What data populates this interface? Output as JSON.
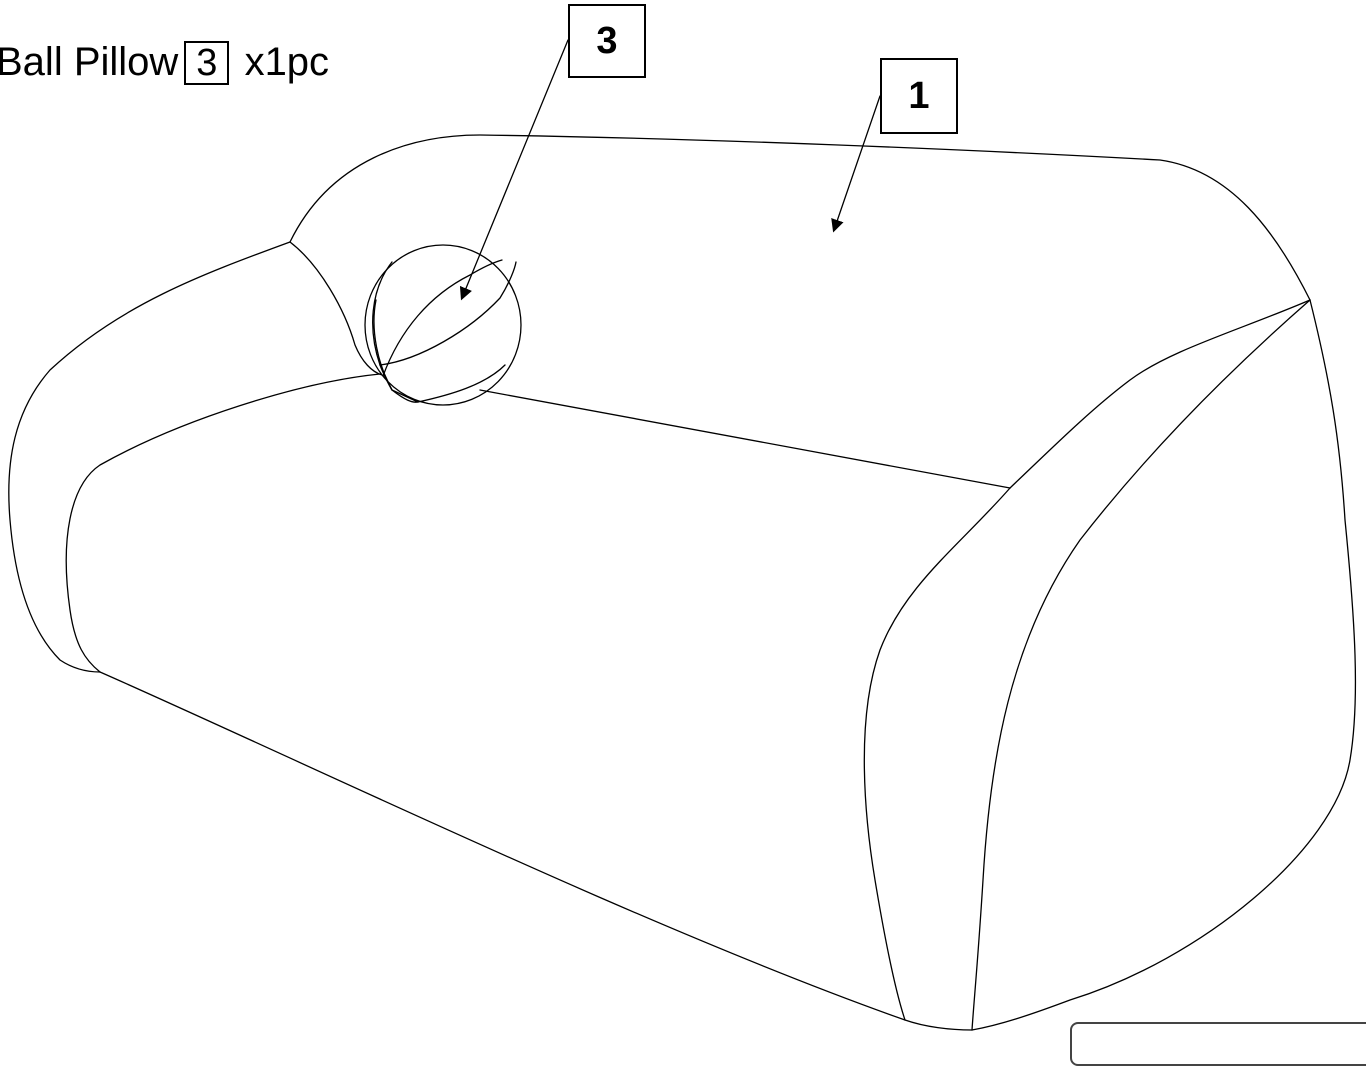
{
  "caption": {
    "name": "Ball Pillow",
    "part_number": "3",
    "quantity": "x1pc"
  },
  "callouts": [
    {
      "id": "3",
      "label": "3",
      "target": "ball pillow"
    },
    {
      "id": "1",
      "label": "1",
      "target": "sofa seat"
    }
  ],
  "colors": {
    "line": "#000000",
    "background": "#ffffff"
  }
}
